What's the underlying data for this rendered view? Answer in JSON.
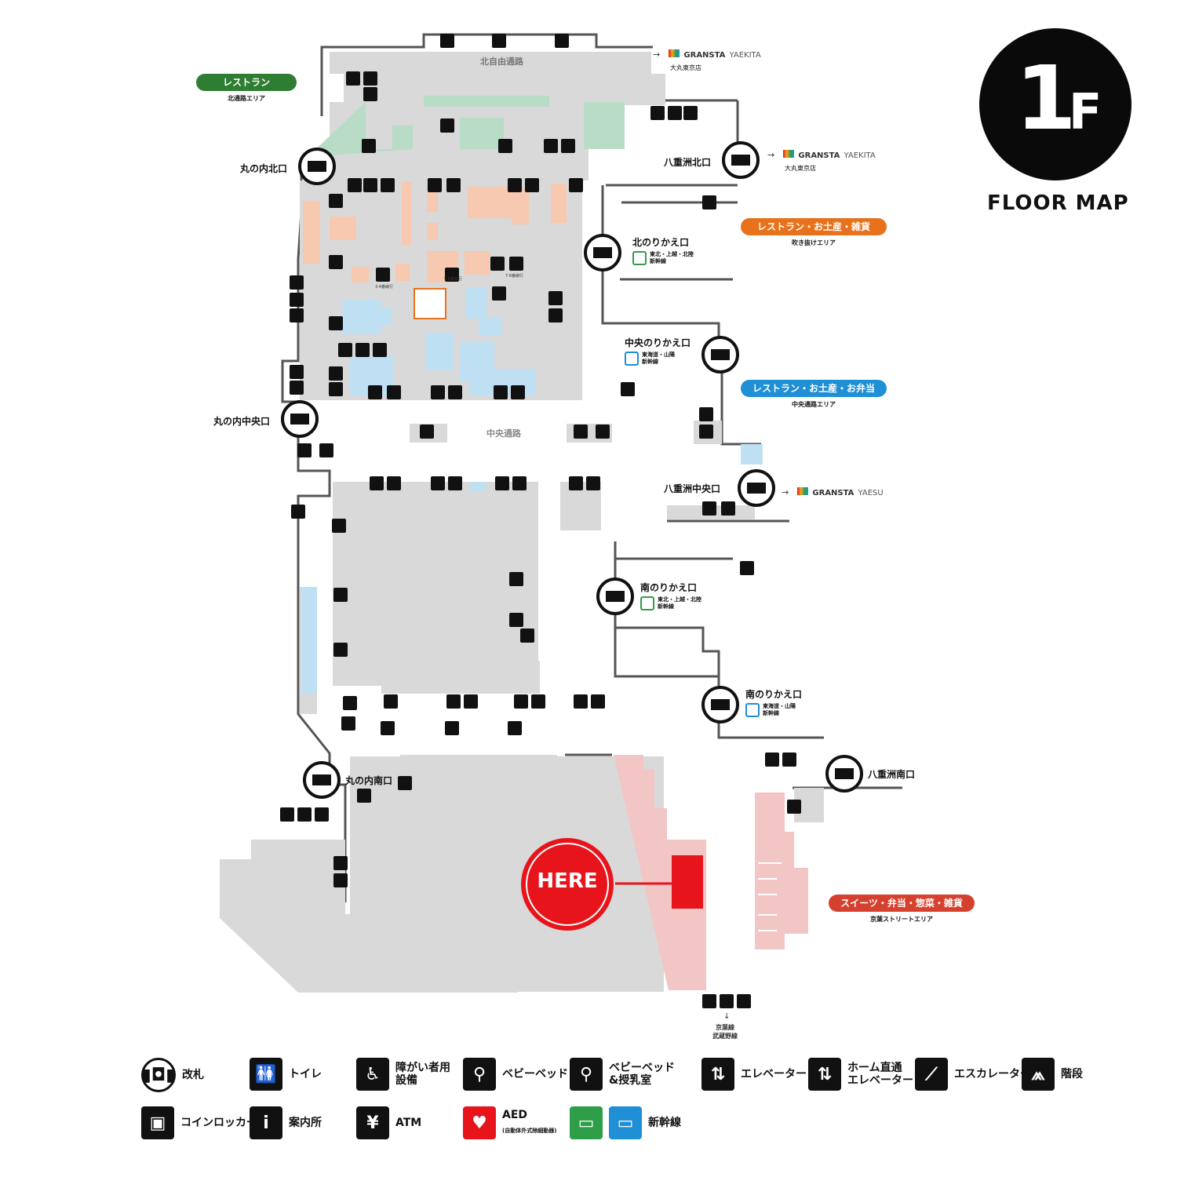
{
  "floor": {
    "number": "1",
    "suffix": "F",
    "label": "FLOOR MAP"
  },
  "here": "HERE",
  "colors": {
    "concourse": "#d9d9d9",
    "restaurant_green": "#2e7d32",
    "area_orange": "#e8721c",
    "area_blue": "#1f8fd6",
    "area_red": "#d6412f",
    "here_red": "#e8141c",
    "shop_salmon": "#f6c9b0",
    "shop_blue": "#bfe0f3",
    "shop_green": "#b8dcc5",
    "shop_pink": "#f3c6c6"
  },
  "areas": {
    "north_restaurant": {
      "title": "レストラン",
      "sub": "北通路エリア"
    },
    "fukinuke": {
      "title": "レストラン・お土産・雑貨",
      "sub": "吹き抜けエリア"
    },
    "central": {
      "title": "レストラン・お土産・お弁当",
      "sub": "中央通路エリア"
    },
    "keiyo": {
      "title": "スイーツ・弁当・惣菜・雑貨",
      "sub": "京葉ストリートエリア"
    }
  },
  "corridors": {
    "north": "北自由通路",
    "central": "中央通路"
  },
  "gates": {
    "marunouchi_north": "丸の内北口",
    "yaesu_north": "八重洲北口",
    "kita_norikae": "北のりかえ口",
    "chuo_norikae": "中央のりかえ口",
    "marunouchi_central": "丸の内中央口",
    "yaesu_central": "八重洲中央口",
    "minami_norikae_1": "南のりかえ口",
    "minami_norikae_2": "南のりかえ口",
    "marunouchi_south": "丸の内南口",
    "yaesu_south": "八重洲南口"
  },
  "shinkansen": {
    "tohoku": "東北・上越・北陸\n新幹線",
    "tokaido": "東海道・山陽\n新幹線"
  },
  "links": {
    "granstा_yaekita_1": {
      "brand": "GRANSTA",
      "sub": "YAEKITA",
      "store": "大丸東京店"
    },
    "granstа_yaekita_2": {
      "brand": "GRANSTA",
      "sub": "YAEKITA",
      "store": "大丸東京店"
    },
    "gransta_yaesu": {
      "brand": "GRANSTA",
      "sub": "YAESU"
    }
  },
  "elevator_notes": {
    "a": "3·4番線行",
    "b": "5·6番線行",
    "c": "7·8番線行"
  },
  "keiyo_line": "京葉線\n武蔵野線",
  "legend": [
    {
      "icon": "ticket-gate-icon",
      "glyph": "▮◘▮",
      "text": "改札"
    },
    {
      "icon": "toilet-icon",
      "glyph": "🚻",
      "text": "トイレ"
    },
    {
      "icon": "accessible-icon",
      "glyph": "♿",
      "text": "障がい者用\n設備"
    },
    {
      "icon": "baby-bed-icon",
      "glyph": "⚲",
      "text": "ベビーベッド"
    },
    {
      "icon": "nursing-room-icon",
      "glyph": "⚲",
      "text": "ベビーベッド\n&授乳室"
    },
    {
      "icon": "elevator-icon",
      "glyph": "⇅",
      "text": "エレベーター"
    },
    {
      "icon": "platform-elevator-icon",
      "glyph": "⇅",
      "text": "ホーム直通\nエレベーター"
    },
    {
      "icon": "escalator-icon",
      "glyph": "⟋",
      "text": "エスカレーター"
    },
    {
      "icon": "stairs-icon",
      "glyph": "⩕",
      "text": "階段"
    },
    {
      "icon": "coin-locker-icon",
      "glyph": "▣",
      "text": "コインロッカー"
    },
    {
      "icon": "information-icon",
      "glyph": "i",
      "text": "案内所"
    },
    {
      "icon": "atm-icon",
      "glyph": "¥",
      "text": "ATM"
    },
    {
      "icon": "aed-icon",
      "glyph": "♥",
      "text": "AED",
      "note": "(自動体外式除細動器)"
    },
    {
      "icon": "shinkansen-icon",
      "glyph": "▭",
      "text": "新幹線"
    }
  ]
}
